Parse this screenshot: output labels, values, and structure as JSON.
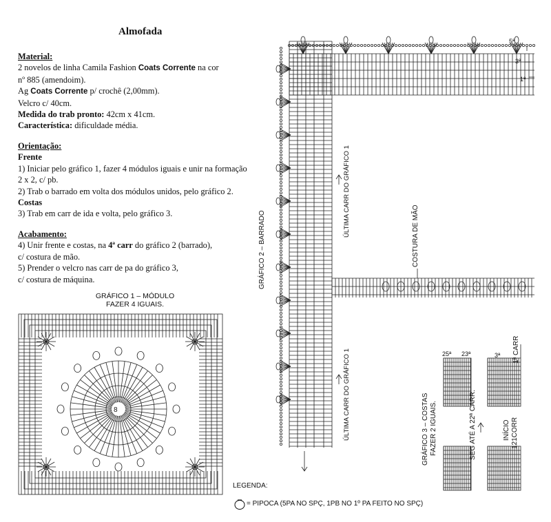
{
  "title": "Almofada",
  "material": {
    "heading": "Material:",
    "line1_pre": "2 novelos de linha Camila Fashion",
    "brand": "Coats Corrente",
    "line1_post": "na cor",
    "line2": "nº 885 (amendoim).",
    "line3_pre": "Ag",
    "line3_post": "p/ crochê (2,00mm).",
    "line4": "Velcro c/ 40cm.",
    "size_label": "Medida do trab pronto:",
    "size_value": "42cm x 41cm.",
    "feature_label": "Característica:",
    "feature_value": "dificuldade média."
  },
  "orientation": {
    "heading": "Orientação:",
    "front": "Frente",
    "step1a": "1) Iniciar pelo gráfico 1, fazer 4 módulos iguais e unir na formação",
    "step1b": "2 x 2, c/ pb.",
    "step2": "2) Trab o barrado em volta dos módulos unidos, pelo gráfico 2.",
    "back": "Costas",
    "step3": "3) Trab em carr de ida e volta, pelo gráfico 3."
  },
  "finishing": {
    "heading": "Acabamento:",
    "step4_pre": "4) Unir frente e costas, na",
    "step4_bold": "4ª carr",
    "step4_post": "do gráfico 2 (barrado),",
    "step4b": "c/ costura de mão.",
    "step5": "5) Prender o velcro nas carr de pa do gráfico 3,",
    "step5b": "c/ costura de máquina."
  },
  "graph1": {
    "caption1": "GRÁFICO 1 – MÓDULO",
    "caption2": "FAZER 4 IGUAIS.",
    "center_label": "8"
  },
  "graph2": {
    "side_label": "GRÁFICO 2 – BARRADO",
    "last_row_top": "ÚLTIMA CARR DO GRÁFICO 1",
    "last_row_bottom": "ÚLTIMA CARR DO GRÁFICO 1",
    "seam": "COSTURA DE MÃO",
    "row5": "5ª",
    "row3": "3ª",
    "row1": "1ª"
  },
  "graph3": {
    "label1": "GRÁFICO 3 – COSTAS",
    "label2": "FAZER 2 IGUAIS.",
    "rep1": "SEG ATÉ A 22ª CARR.",
    "start1": "INÍCIO",
    "start2": "121CORR",
    "first_row": "1ª CARR",
    "r25": "25ª",
    "r23": "23ª",
    "r3": "3ª"
  },
  "legend": {
    "heading": "LEGENDA:",
    "popcorn": "= PIPOCA (5PA NO SPÇ, 1PB NO 1º PA FEITO NO SPÇ)"
  }
}
